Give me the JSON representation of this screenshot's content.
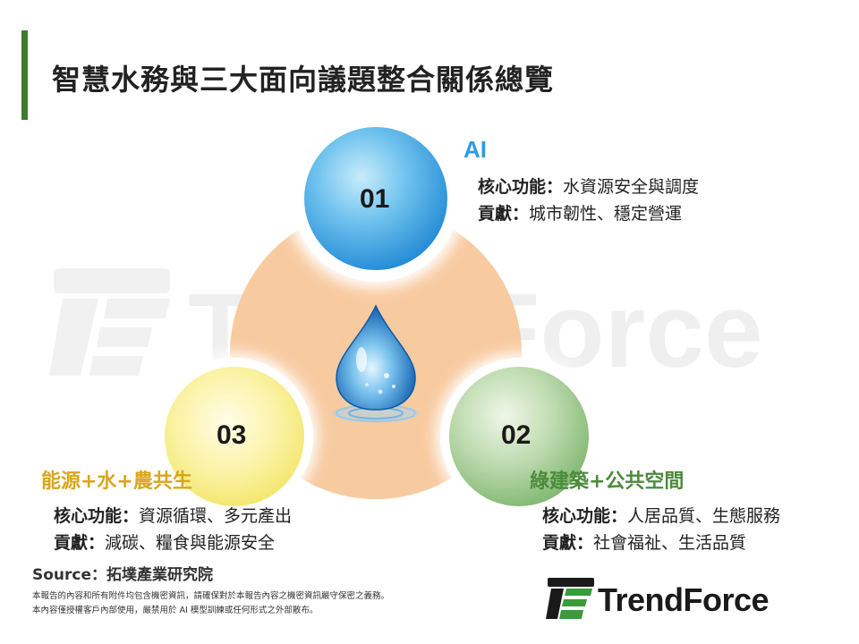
{
  "title": "智慧水務與三大面向議題整合關係總覽",
  "watermark_text": "TrendForce",
  "nodes": [
    {
      "number": "01",
      "heading": "AI",
      "core_label": "核心功能：",
      "core_value": "水資源安全與調度",
      "contrib_label": "貢獻：",
      "contrib_value": "城市韌性、穩定營運",
      "color": "#2f9be0"
    },
    {
      "number": "02",
      "heading": "綠建築+公共空間",
      "core_label": "核心功能：",
      "core_value": "人居品質、生態服務",
      "contrib_label": "貢獻：",
      "contrib_value": "社會福祉、生活品質",
      "color": "#4c8a3c"
    },
    {
      "number": "03",
      "heading": "能源+水+農共生",
      "core_label": "核心功能：",
      "core_value": "資源循環、多元產出",
      "contrib_label": "貢獻：",
      "contrib_value": "減碳、糧食與能源安全",
      "color": "#d8a61c"
    }
  ],
  "source": "Source：拓墣產業研究院",
  "disclaimer": [
    "本報告的內容和所有附件均包含機密資訊，請確保對於本報告內容之機密資訊嚴守保密之義務。",
    "本內容僅授權客戶內部使用，嚴禁用於 AI 模型訓練或任何形式之外部散布。"
  ],
  "logo_text": "TrendForce",
  "colors": {
    "title_bar": "#3a7d2c",
    "peach": "#f8caa0",
    "logo_green": "#3a9b3a"
  }
}
